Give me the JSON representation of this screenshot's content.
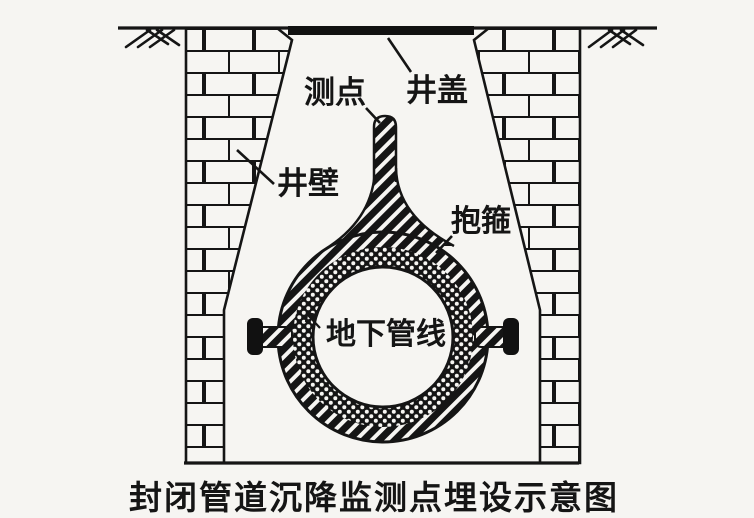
{
  "diagram": {
    "caption": "封闭管道沉降监测点埋设示意图",
    "labels": {
      "measuring_point": "测点",
      "well_cover": "井盖",
      "well_wall": "井壁",
      "clamp": "抱箍",
      "underground_pipeline": "地下管线"
    },
    "colors": {
      "ink": "#151515",
      "paper": "#f6f5f2",
      "cover_fill": "#111111"
    }
  }
}
